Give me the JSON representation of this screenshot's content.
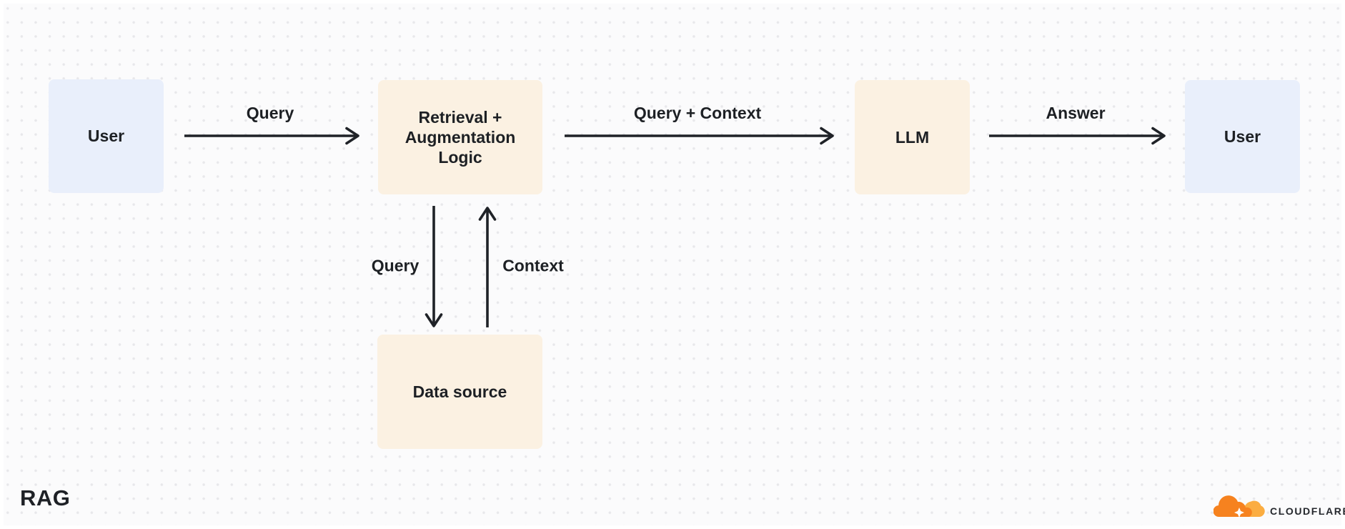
{
  "title": "RAG",
  "colors": {
    "background": "#fbfbfc",
    "grid_dot": "#e8e8eb",
    "node_blue": "#e9effb",
    "node_peach": "#fbf1e2",
    "text": "#1d2024",
    "arrow": "#1f2227",
    "brand_orange": "#f6821f",
    "brand_light_orange": "#fbad41"
  },
  "nodes": [
    {
      "id": "user-left",
      "label": "User",
      "color": "blue"
    },
    {
      "id": "retrieval-augmentation-logic",
      "label": "Retrieval + Augmentation Logic",
      "color": "peach"
    },
    {
      "id": "llm",
      "label": "LLM",
      "color": "peach"
    },
    {
      "id": "user-right",
      "label": "User",
      "color": "blue"
    },
    {
      "id": "data-source",
      "label": "Data source",
      "color": "peach"
    }
  ],
  "edges": [
    {
      "label": "Query",
      "from": "user-left",
      "to": "retrieval-augmentation-logic",
      "direction": "right"
    },
    {
      "label": "Query + Context",
      "from": "retrieval-augmentation-logic",
      "to": "llm",
      "direction": "right"
    },
    {
      "label": "Answer",
      "from": "llm",
      "to": "user-right",
      "direction": "right"
    },
    {
      "label": "Query",
      "from": "retrieval-augmentation-logic",
      "to": "data-source",
      "direction": "down"
    },
    {
      "label": "Context",
      "from": "data-source",
      "to": "retrieval-augmentation-logic",
      "direction": "up"
    }
  ],
  "brand": {
    "name": "CLOUDFLARE"
  }
}
